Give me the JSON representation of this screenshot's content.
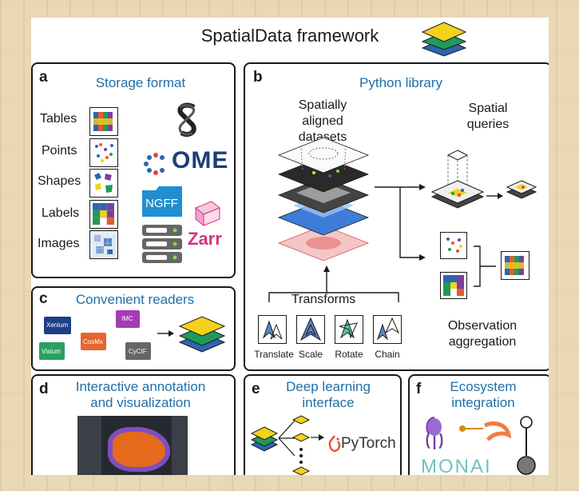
{
  "header": {
    "title": "SpatialData framework"
  },
  "panel_a": {
    "letter": "a",
    "title": "Storage format",
    "rows": [
      "Tables",
      "Points",
      "Shapes",
      "Labels",
      "Images"
    ],
    "logos": {
      "ome": "OME",
      "ngff": "NGFF",
      "zarr": "Zarr"
    }
  },
  "panel_b": {
    "letter": "b",
    "title": "Python library",
    "datasets_label": "Spatially aligned datasets",
    "queries_label": "Spatial queries",
    "transforms_label": "Transforms",
    "transforms": [
      "Translate",
      "Scale",
      "Rotate",
      "Chain"
    ],
    "aggregation_label": "Observation aggregation"
  },
  "panel_c": {
    "letter": "c",
    "title": "Convenient readers",
    "readers": [
      "Xenium",
      "IMC",
      "Visium",
      "CosMx",
      "CyCIF"
    ]
  },
  "panel_d": {
    "letter": "d",
    "title": "Interactive annotation and visualization"
  },
  "panel_e": {
    "letter": "e",
    "title": "Deep learning interface",
    "pytorch": "PyTorch"
  },
  "panel_f": {
    "letter": "f",
    "title": "Ecosystem integration",
    "monai": "MONAI"
  },
  "colors": {
    "accent": "#1f6fa8",
    "layer_yellow": "#f2d21b",
    "layer_green": "#1f9a5a",
    "layer_blue": "#2e64b0"
  }
}
